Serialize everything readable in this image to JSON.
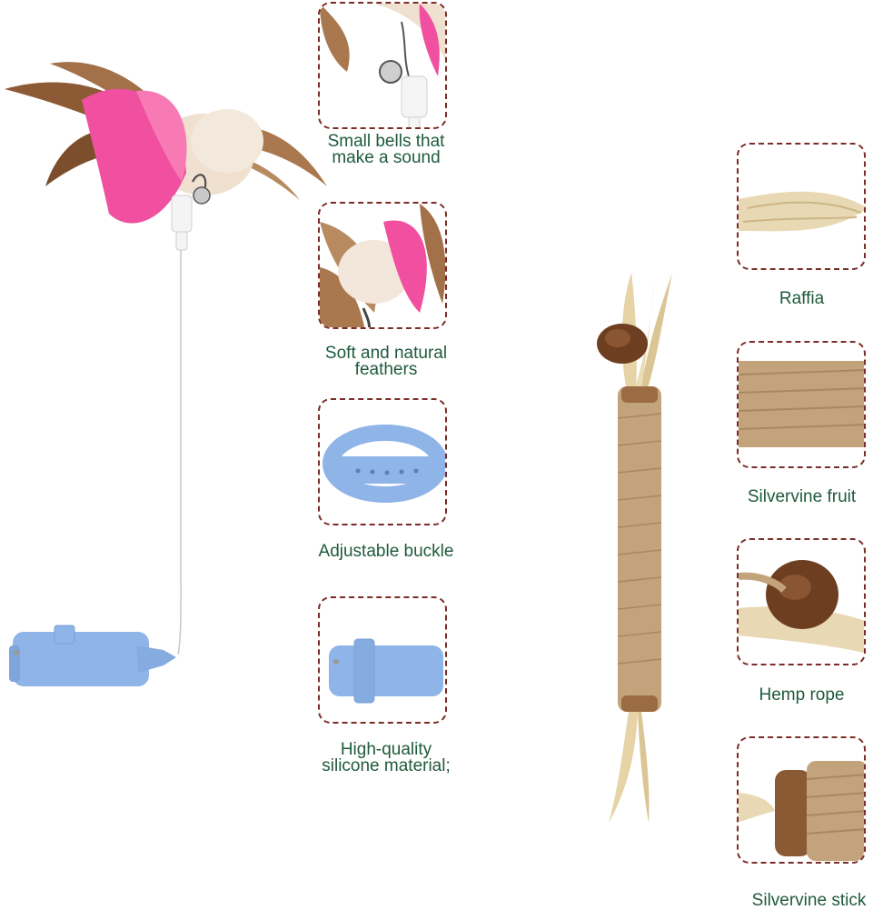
{
  "left_column": {
    "bells": "Small bells that make a sound",
    "bells_lines": [
      "Small bells that",
      "make a sound"
    ],
    "feathers_lines": [
      "Soft and natural",
      "feathers"
    ],
    "buckle": "Adjustable buckle",
    "silicone_lines": [
      "High-quality",
      "silicone material;"
    ]
  },
  "right_column": {
    "raffia": "Raffia",
    "fruit": "Silvervine fruit",
    "rope": "Hemp rope",
    "stick": "Silvervine stick"
  },
  "colors": {
    "frame_border": "#7a2d27",
    "caption_text": "#1f5a3d",
    "collar_blue": "#8fb4e8",
    "feather_pink": "#f0509f",
    "feather_brown": "#a9784e",
    "hemp": "#c2a37b"
  }
}
